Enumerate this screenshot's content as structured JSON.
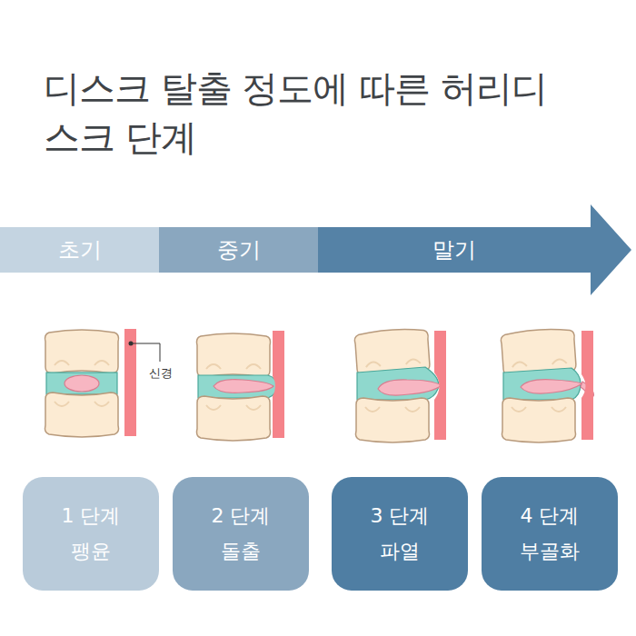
{
  "diagram": {
    "title": "디스크 탈출 정도에 따른 허리디스크 단계",
    "nodes": [
      {
        "text": [
          "초기"
        ]
      },
      {
        "text": [
          "중기"
        ]
      },
      {
        "text": [
          "말기"
        ]
      },
      {
        "text": [
          "1 단계",
          "팽윤"
        ]
      },
      {
        "text": [
          "2 단계",
          "돌출"
        ]
      },
      {
        "text": [
          "3 단계",
          "파열"
        ]
      },
      {
        "text": [
          "4 단계",
          "부골화"
        ]
      }
    ],
    "labels": [
      "신경"
    ]
  }
}
